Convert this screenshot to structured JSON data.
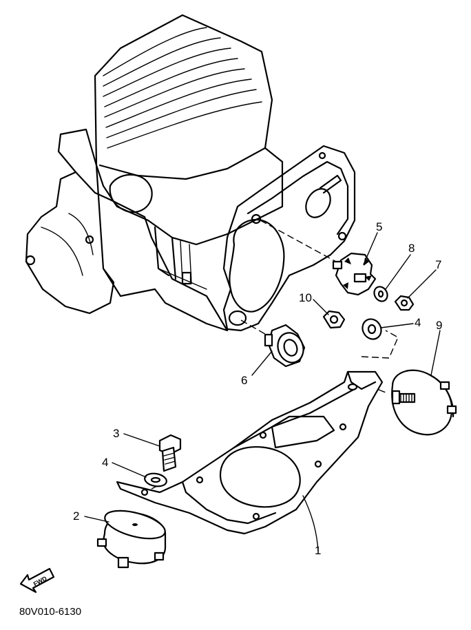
{
  "diagram_code": "80V010-6130",
  "fwd_text": "FWD",
  "parts": [
    {
      "label": "1"
    },
    {
      "label": "2"
    },
    {
      "label": "3"
    },
    {
      "label": "4"
    },
    {
      "label": "4"
    },
    {
      "label": "5"
    },
    {
      "label": "6"
    },
    {
      "label": "7"
    },
    {
      "label": "8"
    },
    {
      "label": "9"
    },
    {
      "label": "10"
    }
  ]
}
